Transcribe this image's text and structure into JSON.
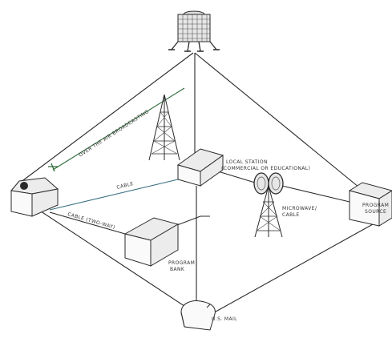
{
  "labels": {
    "over_the_air": "OVER THE AIR BROADCASTING",
    "cable": "CABLE",
    "cable_two_way": "CABLE (TWO-WAY)",
    "local_station_1": "LOCAL STATION",
    "local_station_2": "(COMMERCIAL OR EDUCATIONAL)",
    "microwave_1": "MICROWAVE/",
    "microwave_2": "CABLE",
    "program_source_1": "PROGRAM",
    "program_source_2": "SOURCE",
    "program_bank_1": "PROGRAM",
    "program_bank_2": "BANK",
    "us_mail": "U.S. MAIL"
  },
  "icons": [
    "satellite-icon",
    "house-icon",
    "broadcast-tower-icon",
    "microwave-tower-icon",
    "mailbox-icon"
  ]
}
